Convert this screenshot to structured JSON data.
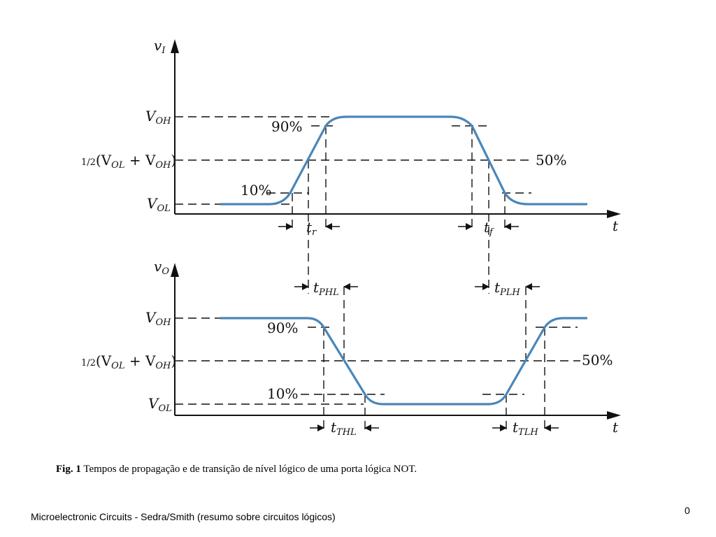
{
  "top_plot": {
    "axis_label_main": "v",
    "axis_label_sub": "I",
    "time_label": "t",
    "voh_main": "V",
    "voh_sub": "OH",
    "vol_main": "V",
    "vol_sub": "OL",
    "mid_frac": "1/2",
    "mid_open": "(V",
    "mid_sub1": "OL",
    "mid_plus": " + V",
    "mid_sub2": "OH",
    "mid_close": ")",
    "pct90": "90%",
    "pct50": "50%",
    "pct10": "10%",
    "tr_main": "t",
    "tr_sub": "r",
    "tf_main": "t",
    "tf_sub": "f"
  },
  "bottom_plot": {
    "axis_label_main": "v",
    "axis_label_sub": "O",
    "time_label": "t",
    "voh_main": "V",
    "voh_sub": "OH",
    "vol_main": "V",
    "vol_sub": "OL",
    "mid_frac": "1/2",
    "mid_open": "(V",
    "mid_sub1": "OL",
    "mid_plus": " + V",
    "mid_sub2": "OH",
    "mid_close": ")",
    "pct90": "90%",
    "pct50": "50%",
    "pct10": "10%",
    "tphl_main": "t",
    "tphl_sub": "PHL",
    "tplh_main": "t",
    "tplh_sub": "PLH",
    "tthl_main": "t",
    "tthl_sub": "THL",
    "ttlh_main": "t",
    "ttlh_sub": "TLH"
  },
  "caption": {
    "prefix": "Fig. 1",
    "text": " Tempos de propagação e de transição de nível lógico de uma porta lógica NOT."
  },
  "footer": {
    "text": "Microelectronic Circuits - Sedra/Smith (resumo sobre circuitos lógicos)",
    "page_number": "0"
  },
  "colors": {
    "waveform": "#4a86b8",
    "lines": "#111111"
  }
}
